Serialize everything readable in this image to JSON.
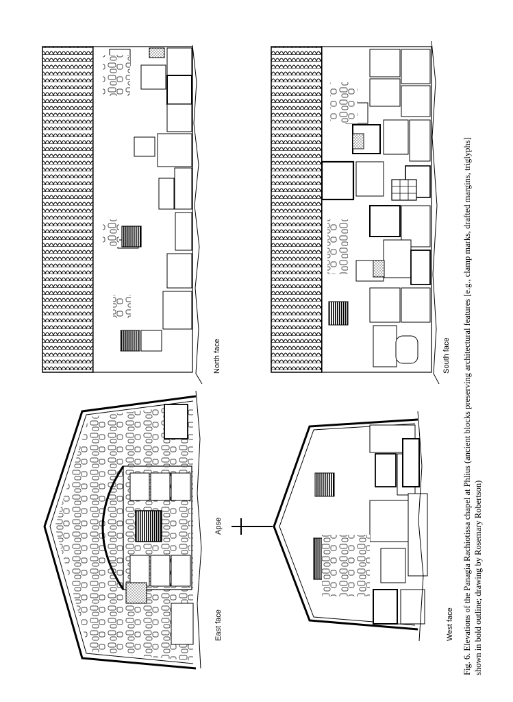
{
  "figure": {
    "labels": {
      "north_face": "North face",
      "south_face": "South face",
      "east_face": "East face",
      "apse": "Apse",
      "west_face": "West face"
    },
    "caption": {
      "line1": "Fig. 6.  Elevations of the Panagia Rachiotissa chapel at Phlius (ancient blocks preserving architectural features [e.g., clamp marks, drafted margins, triglyphs]",
      "line2": "shown in bold outline; drawing by Rosemary Robertson)"
    }
  }
}
